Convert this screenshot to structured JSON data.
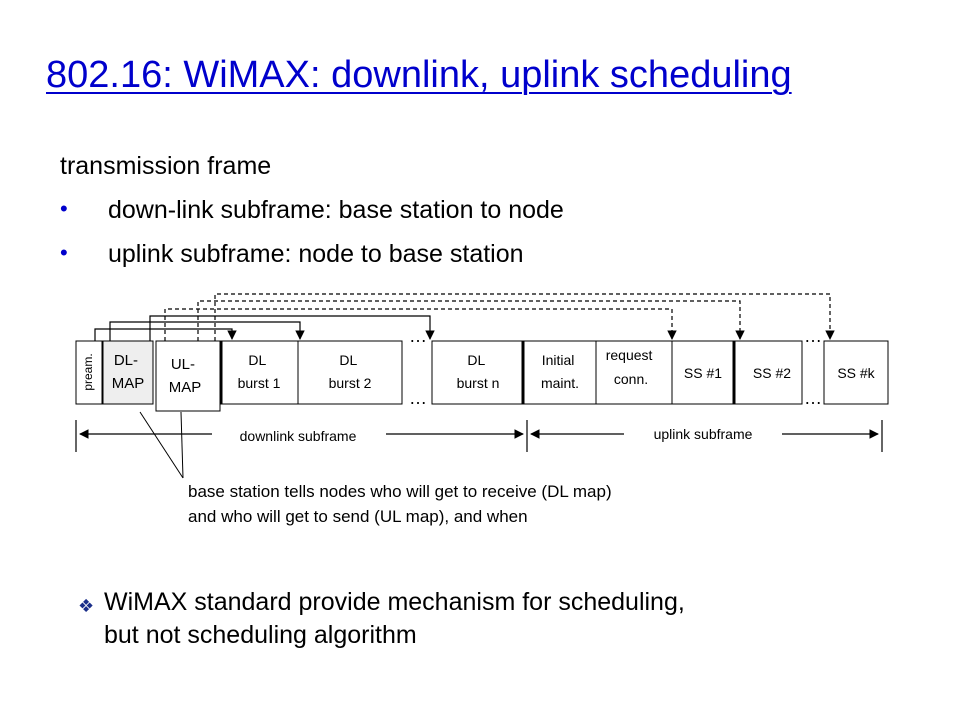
{
  "title": "802.16: WiMAX: downlink, uplink scheduling",
  "intro": "transmission frame",
  "bullets": [
    "down-link subframe: base station to node",
    "uplink subframe: node to base station"
  ],
  "frame": {
    "pream": "pream.",
    "dl_map": [
      "DL-",
      "MAP"
    ],
    "ul_map": [
      "UL-",
      "MAP"
    ],
    "dl_burst_1": [
      "DL",
      "burst 1"
    ],
    "dl_burst_2": [
      "DL",
      "burst 2"
    ],
    "dl_burst_n": [
      "DL",
      "burst n"
    ],
    "initial_maint": [
      "Initial",
      "maint."
    ],
    "request_conn": [
      "request",
      "conn."
    ],
    "ss1": "SS #1",
    "ss2": "SS #2",
    "ssk": "SS #k",
    "ellipsis": "…"
  },
  "downlink_label": "downlink subframe",
  "uplink_label": "uplink subframe",
  "annotation": [
    "base station tells nodes who will get to receive (DL map)",
    "and who will get to send (UL map), and when"
  ],
  "final_text": [
    "WiMAX standard provide mechanism for scheduling,",
    "but not scheduling algorithm"
  ],
  "colors": {
    "title": "#0000cc",
    "bullet": "#0000cc",
    "map_fill": "#eeeeee",
    "diamond": "#1b2f8a"
  }
}
